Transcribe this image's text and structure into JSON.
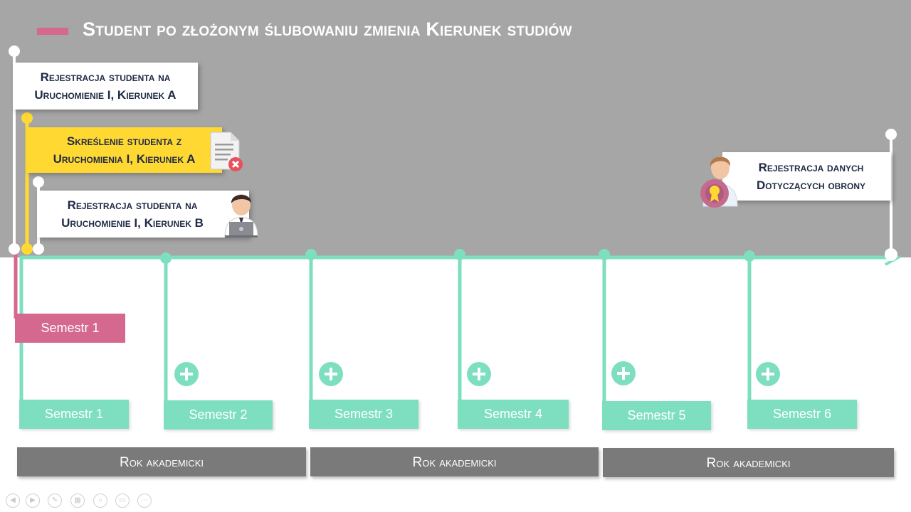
{
  "title": "Student po złożonym ślubowaniu zmienia Kierunek studiów",
  "callouts": {
    "reg_a": [
      "Rejestracja studenta na",
      "Uruchomienie I, Kierunek A"
    ],
    "strike_a": [
      "Skreślenie studenta z",
      "Uruchomienia I, Kierunek A"
    ],
    "reg_b": [
      "Rejestracja studenta na",
      "Uruchomienie I, Kierunek B"
    ],
    "defense": [
      "Rejestracja danych",
      "Dotyczących obrony"
    ]
  },
  "semester_pink": "Semestr 1",
  "semesters": [
    "Semestr 1",
    "Semestr 2",
    "Semestr 3",
    "Semestr 4",
    "Semestr 5",
    "Semestr 6"
  ],
  "years": [
    "Rok akademicki",
    "Rok akademicki",
    "Rok akademicki"
  ],
  "colors": {
    "timeline": "#7edfc0",
    "accent_pink": "#d4688e",
    "highlight_yellow": "#ffd932",
    "band": "#a6a6a6",
    "year_bar": "#7a7a7a"
  },
  "icons": [
    "document-remove-icon",
    "person-laptop-icon",
    "graduate-award-icon",
    "plus-circle-icon"
  ]
}
